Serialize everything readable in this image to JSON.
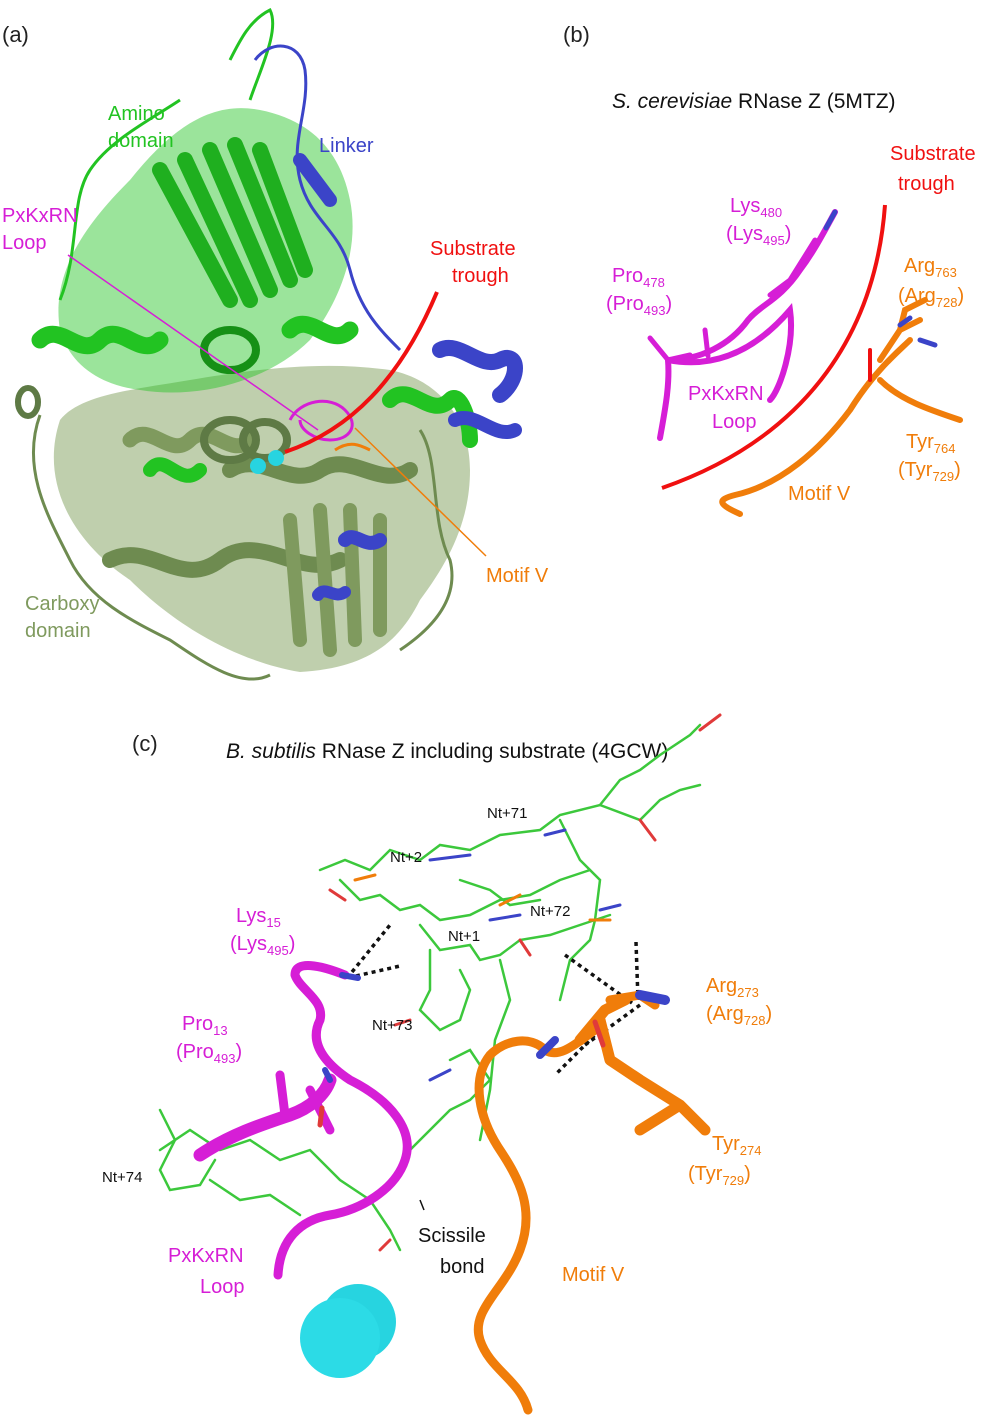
{
  "panels": {
    "a": {
      "panel_label": "(a)",
      "labels": {
        "amino_1": "Amino",
        "amino_2": "domain",
        "linker": "Linker",
        "pxkxrn_1": "PxKxRN",
        "pxkxrn_2": "Loop",
        "trough_1": "Substrate",
        "trough_2": "trough",
        "motif_v": "Motif V",
        "carboxy_1": "Carboxy",
        "carboxy_2": "domain"
      }
    },
    "b": {
      "panel_label": "(b)",
      "title_italic": "S. cerevisiae",
      "title_rest": " RNase Z (5MTZ)",
      "labels": {
        "trough_1": "Substrate",
        "trough_2": "trough",
        "lys_main": "Lys",
        "lys_sub": "480",
        "lys2_main": "(Lys",
        "lys2_sub": "495",
        "pro_main": "Pro",
        "pro_sub": "478",
        "pro2_main": "(Pro",
        "pro2_sub": "493",
        "pxkxrn_1": "PxKxRN",
        "pxkxrn_2": "Loop",
        "arg_main": "Arg",
        "arg_sub": "763",
        "arg2_main": "(Arg",
        "arg2_sub": "728",
        "tyr_main": "Tyr",
        "tyr_sub": "764",
        "tyr2_main": "(Tyr",
        "tyr2_sub": "729",
        "motif_v": "Motif V",
        "close_paren": ")"
      }
    },
    "c": {
      "panel_label": "(c)",
      "title_italic": "B. subtilis",
      "title_rest": " RNase Z including substrate (4GCW)",
      "labels": {
        "nt71": "Nt+71",
        "nt2": "Nt+2",
        "nt72": "Nt+72",
        "nt1": "Nt+1",
        "nt73": "Nt+73",
        "nt74": "Nt+74",
        "lys_main": "Lys",
        "lys_sub": "15",
        "lys2_main": "(Lys",
        "lys2_sub": "495",
        "pro_main": "Pro",
        "pro_sub": "13",
        "pro2_main": "(Pro",
        "pro2_sub": "493",
        "arg_main": "Arg",
        "arg_sub": "273",
        "arg2_main": "(Arg",
        "arg2_sub": "728",
        "tyr_main": "Tyr",
        "tyr_sub": "274",
        "tyr2_main": "(Tyr",
        "tyr2_sub": "729",
        "pxkxrn_1": "PxKxRN",
        "pxkxrn_2": "Loop",
        "scissile_1": "Scissile",
        "scissile_2": "bond",
        "motif_v": "Motif V",
        "close_paren": ")"
      }
    }
  },
  "colors": {
    "amino": "#22c322",
    "carboxy": "#7f9a5e",
    "carboxy_dark": "#5e7a45",
    "linker": "#3b44c8",
    "loop": "#d61ed6",
    "trough": "#f01010",
    "motif": "#f07d0a",
    "ion": "#27d4e0",
    "nucleic": "#3cc83c"
  }
}
